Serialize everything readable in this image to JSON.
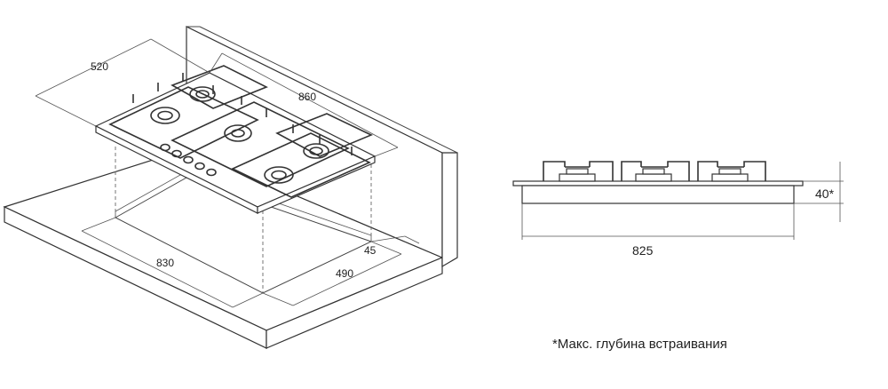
{
  "iso_view": {
    "dim_depth_top": "520",
    "dim_width_top": "860",
    "dim_cutout_width": "830",
    "dim_cutout_depth": "490",
    "dim_back_offset": "45"
  },
  "front_view": {
    "dim_width": "825",
    "dim_height": "40*"
  },
  "footnote": "*Макс. глубина встраивания"
}
